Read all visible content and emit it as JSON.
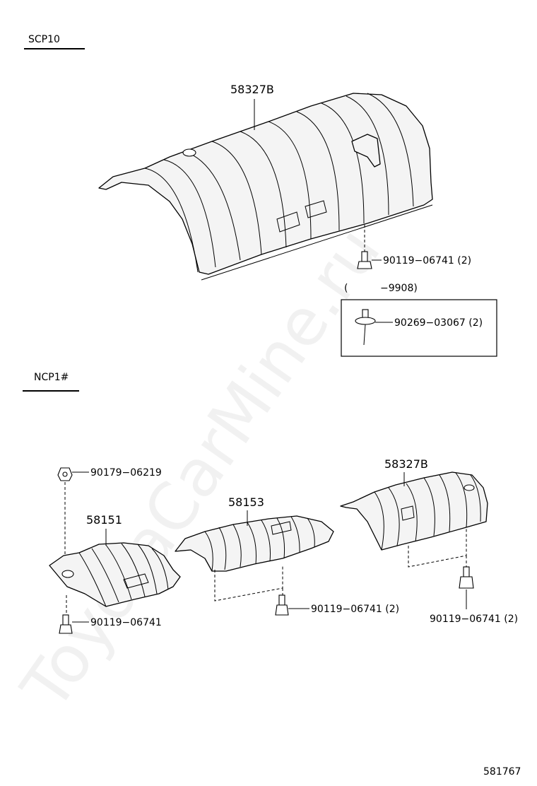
{
  "sections": {
    "top": "SCP10",
    "bottom": "NCP1#"
  },
  "labels": {
    "top_main_part": "58327B",
    "top_bolt": "90119−06741 (2)",
    "top_range_open": "(",
    "top_range_end": "−9908)",
    "top_clip": "90269−03067 (2)",
    "nut": "90179−06219",
    "part_58151": "58151",
    "part_58153": "58153",
    "part_58327b_small": "58327B",
    "bolt_left": "90119−06741",
    "bolt_middle": "90119−06741 (2)",
    "bolt_right": "90119−06741 (2)"
  },
  "diagram_id": "581767",
  "watermark": "ToyotaCarMine.ru"
}
